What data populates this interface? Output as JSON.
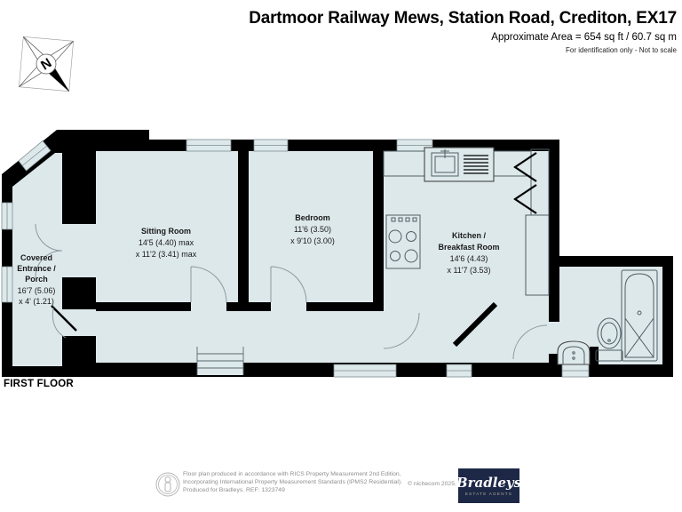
{
  "header": {
    "title": "Dartmoor Railway Mews, Station Road, Crediton, EX17",
    "approx_area": "Approximate Area = 654 sq ft / 60.7 sq m",
    "disclaimer": "For identification only - Not to scale"
  },
  "compass": {
    "north_letter": "N"
  },
  "floor_label": "FIRST FLOOR",
  "rooms": {
    "porch": {
      "name_line1": "Covered",
      "name_line2": "Entrance /",
      "name_line3": "Porch",
      "dim_line1": "16'7 (5.06)",
      "dim_line2": "x 4' (1.21)"
    },
    "sitting_room": {
      "name": "Sitting Room",
      "dim_line1": "14'5 (4.40) max",
      "dim_line2": "x 11'2 (3.41) max"
    },
    "bedroom": {
      "name": "Bedroom",
      "dim_line1": "11'6 (3.50)",
      "dim_line2": "x 9'10 (3.00)"
    },
    "kitchen": {
      "name_line1": "Kitchen /",
      "name_line2": "Breakfast Room",
      "dim_line1": "14'6 (4.43)",
      "dim_line2": "x 11'7 (3.53)"
    }
  },
  "footer": {
    "disclaimer_line1": "Floor plan produced in accordance with RICS Property Measurement 2nd Edition,",
    "disclaimer_line2": "Incorporating International Property Measurement Standards (IPMS2 Residential).",
    "disclaimer_line3": "Produced for Bradleys.   REF: 1323749",
    "copyright": "© nichecom 2025.",
    "brand": {
      "name": "Bradleys",
      "tagline": "ESTATE AGENTS"
    }
  },
  "colors": {
    "room_fill": "#dde8eb",
    "wall": "#000000",
    "brand_navy": "#1d2847",
    "brand_tagline": "#b5ae92"
  }
}
